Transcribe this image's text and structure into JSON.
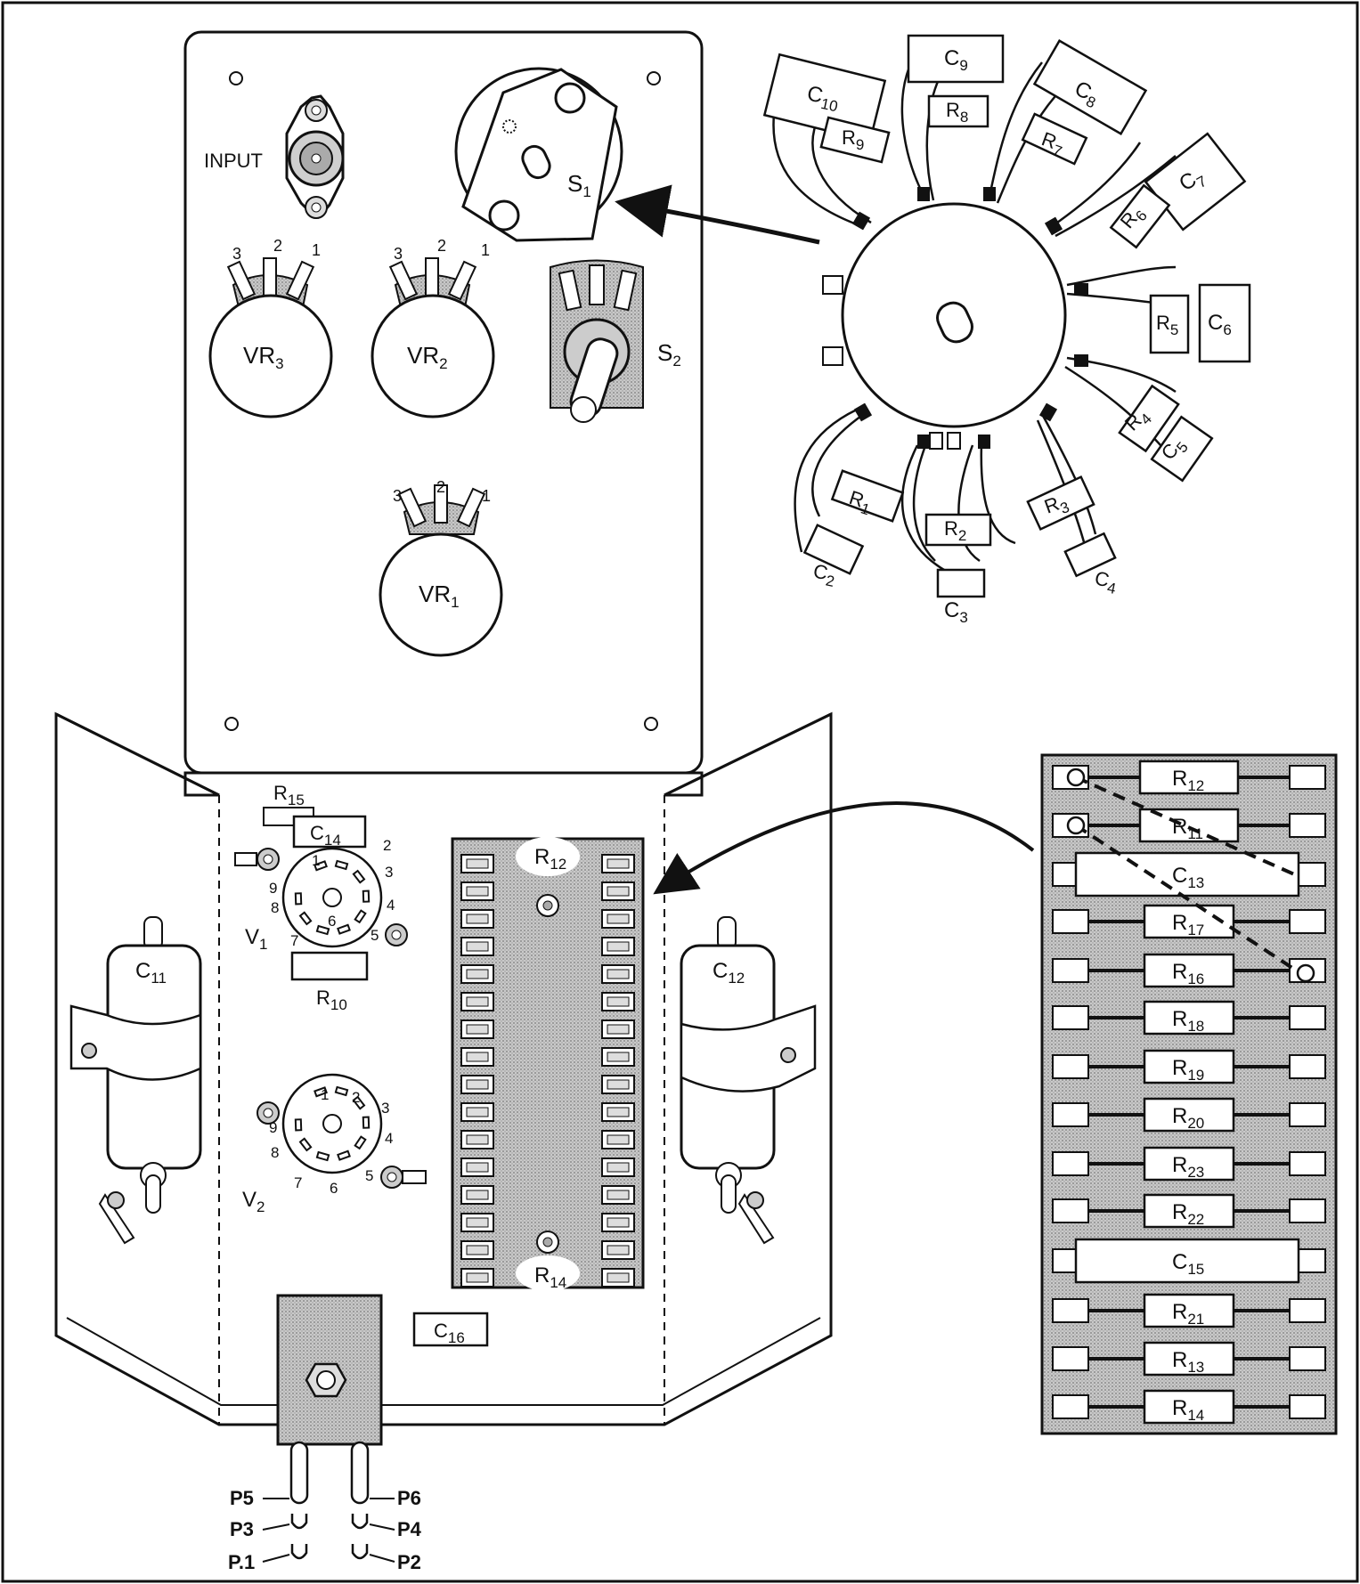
{
  "panel": {
    "input_label": "INPUT",
    "s1": {
      "main": "S",
      "sub": "1"
    },
    "s2": {
      "main": "S",
      "sub": "2"
    },
    "vr3": {
      "main": "VR",
      "sub": "3"
    },
    "vr2": {
      "main": "VR",
      "sub": "2"
    },
    "vr1": {
      "main": "VR",
      "sub": "1"
    },
    "pot_terminals": [
      "3",
      "2",
      "1"
    ]
  },
  "switch_wafer": {
    "components": [
      {
        "main": "C",
        "sub": "10"
      },
      {
        "main": "C",
        "sub": "9"
      },
      {
        "main": "C",
        "sub": "8"
      },
      {
        "main": "R",
        "sub": "9"
      },
      {
        "main": "R",
        "sub": "8"
      },
      {
        "main": "R",
        "sub": "7"
      },
      {
        "main": "C",
        "sub": "7"
      },
      {
        "main": "R",
        "sub": "6"
      },
      {
        "main": "R",
        "sub": "5"
      },
      {
        "main": "C",
        "sub": "6"
      },
      {
        "main": "R",
        "sub": "4"
      },
      {
        "main": "C",
        "sub": "5"
      },
      {
        "main": "R",
        "sub": "1"
      },
      {
        "main": "R",
        "sub": "2"
      },
      {
        "main": "R",
        "sub": "3"
      },
      {
        "main": "C",
        "sub": "2"
      },
      {
        "main": "C",
        "sub": "3"
      },
      {
        "main": "C",
        "sub": "4"
      }
    ]
  },
  "chassis": {
    "r15": {
      "main": "R",
      "sub": "15"
    },
    "c14": {
      "main": "C",
      "sub": "14"
    },
    "r10": {
      "main": "R",
      "sub": "10"
    },
    "v1": {
      "main": "V",
      "sub": "1"
    },
    "v2": {
      "main": "V",
      "sub": "2"
    },
    "c11": {
      "main": "C",
      "sub": "11"
    },
    "c12": {
      "main": "C",
      "sub": "12"
    },
    "c16": {
      "main": "C",
      "sub": "16"
    },
    "board_r12": {
      "main": "R",
      "sub": "12"
    },
    "board_r14": {
      "main": "R",
      "sub": "14"
    },
    "pins": [
      "1",
      "2",
      "3",
      "4",
      "5",
      "6",
      "7",
      "8",
      "9"
    ],
    "plugs": {
      "p5": "P5",
      "p6": "P6",
      "p3": "P3",
      "p4": "P4",
      "p1": "P.1",
      "p2": "P2"
    }
  },
  "tag_board": {
    "rows": [
      {
        "main": "R",
        "sub": "12"
      },
      {
        "main": "R",
        "sub": "11"
      },
      {
        "main": "C",
        "sub": "13"
      },
      {
        "main": "R",
        "sub": "17"
      },
      {
        "main": "R",
        "sub": "16"
      },
      {
        "main": "R",
        "sub": "18"
      },
      {
        "main": "R",
        "sub": "19"
      },
      {
        "main": "R",
        "sub": "20"
      },
      {
        "main": "R",
        "sub": "23"
      },
      {
        "main": "R",
        "sub": "22"
      },
      {
        "main": "C",
        "sub": "15"
      },
      {
        "main": "R",
        "sub": "21"
      },
      {
        "main": "R",
        "sub": "13"
      },
      {
        "main": "R",
        "sub": "14"
      }
    ]
  },
  "colors": {
    "ink": "#111111",
    "shade": "#b8b8b8",
    "dark_shade": "#8a8a8a"
  }
}
